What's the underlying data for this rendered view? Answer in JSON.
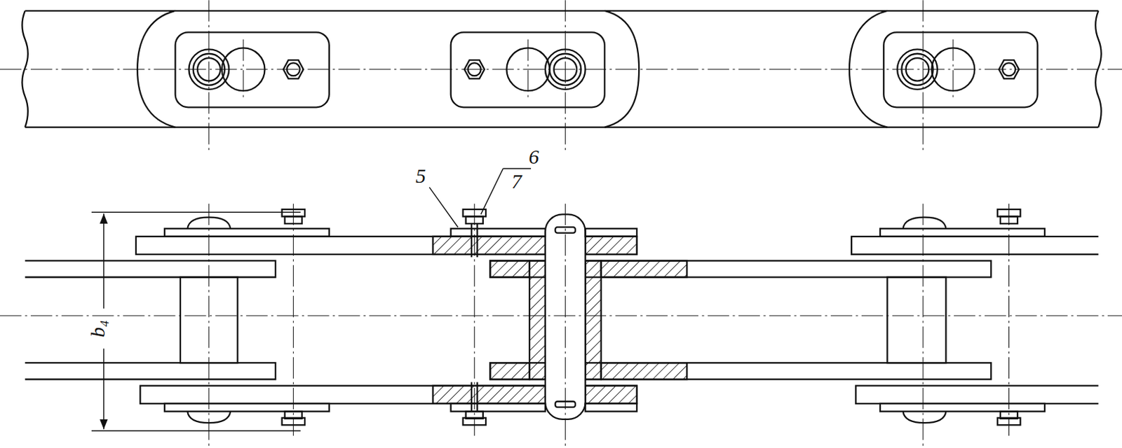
{
  "diagram": {
    "labels": [
      "5",
      "6",
      "7",
      "b₄"
    ]
  }
}
